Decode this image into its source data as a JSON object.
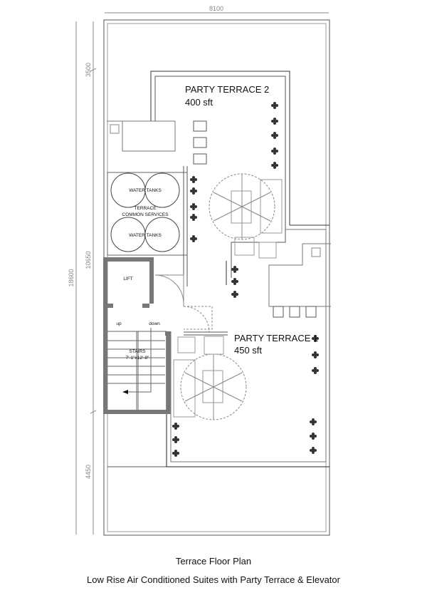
{
  "dimensions": {
    "width": "8100",
    "top_depth": "3500",
    "middle_depth": "10650",
    "total_depth": "18600",
    "bottom_depth": "4450"
  },
  "rooms": {
    "terrace2_name": "PARTY TERRACE 2",
    "terrace2_area": "400 sft",
    "terrace1_name": "PARTY TERRACE 1",
    "terrace1_area": "450 sft",
    "water_tanks_top": "WATER TANKS",
    "water_tanks_bottom": "WATER TANKS",
    "services_line1": "TERRACE",
    "services_line2": "COMMON SERVICES",
    "lift": "LIFT",
    "up": "up",
    "down": "down",
    "stairs": "STAIRS",
    "stairs_size": "7'-1\"x12'-8\""
  },
  "caption": {
    "title": "Terrace Floor Plan",
    "subtitle": "Low Rise Air Conditioned Suites with Party Terrace & Elevator"
  }
}
